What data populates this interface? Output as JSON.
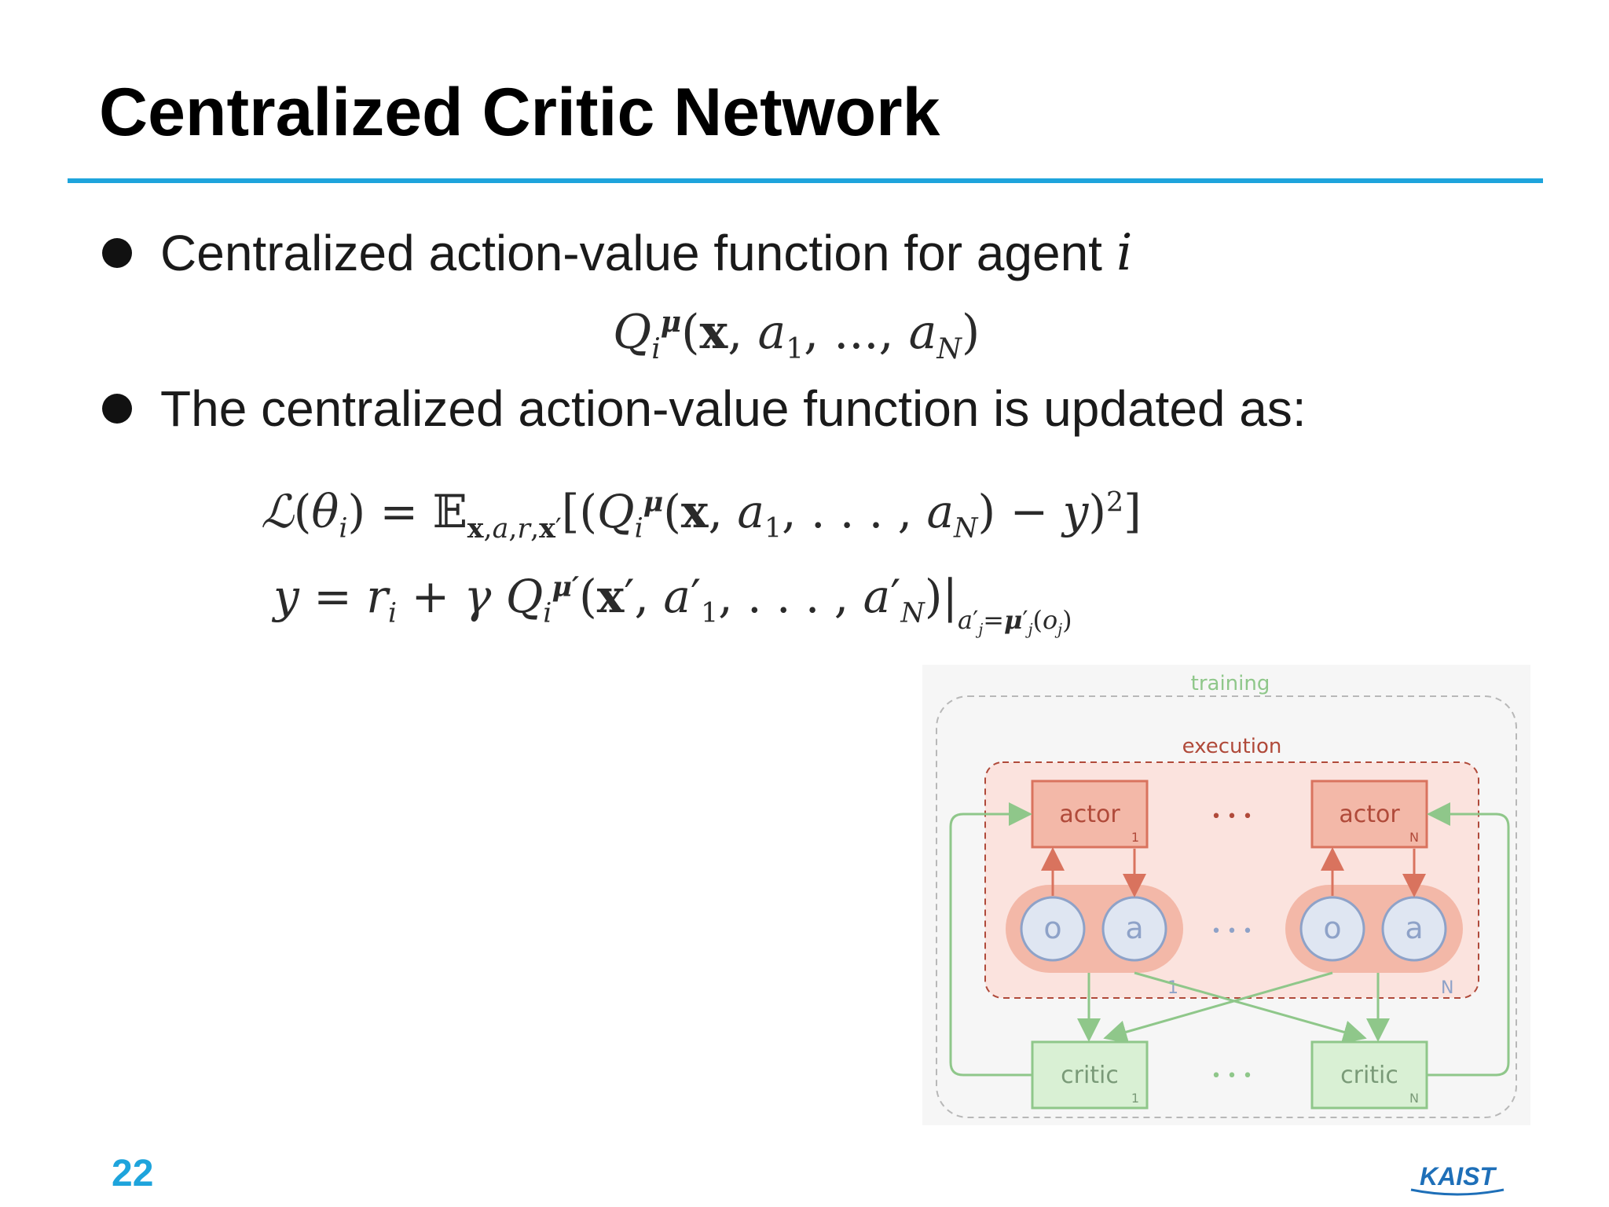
{
  "slide": {
    "title": "Centralized Critic Network",
    "page_number": "22"
  },
  "bullets": [
    {
      "text": "Centralized action-value function for agent",
      "math": "i"
    },
    {
      "text": "The centralized action-value function is updated as:"
    }
  ],
  "logo": {
    "text": "KAIST",
    "color": "#1e6fb8"
  },
  "diagram": {
    "training_label": "training",
    "execution_label": "execution",
    "actor_label": "actor",
    "critic_label": "critic",
    "obs_label": "o",
    "act_label": "a",
    "ellipsis": "• • •",
    "index_first": "1",
    "index_last": "N",
    "colors": {
      "training": "#8fc78a",
      "execution": "#c0504d",
      "actor_fill": "#f3b8a8",
      "critic_fill": "#d9f0d4",
      "node_fill": "#dfe6f2",
      "node_stroke": "#8ea2c8",
      "accent": "#1ea4dc"
    }
  }
}
